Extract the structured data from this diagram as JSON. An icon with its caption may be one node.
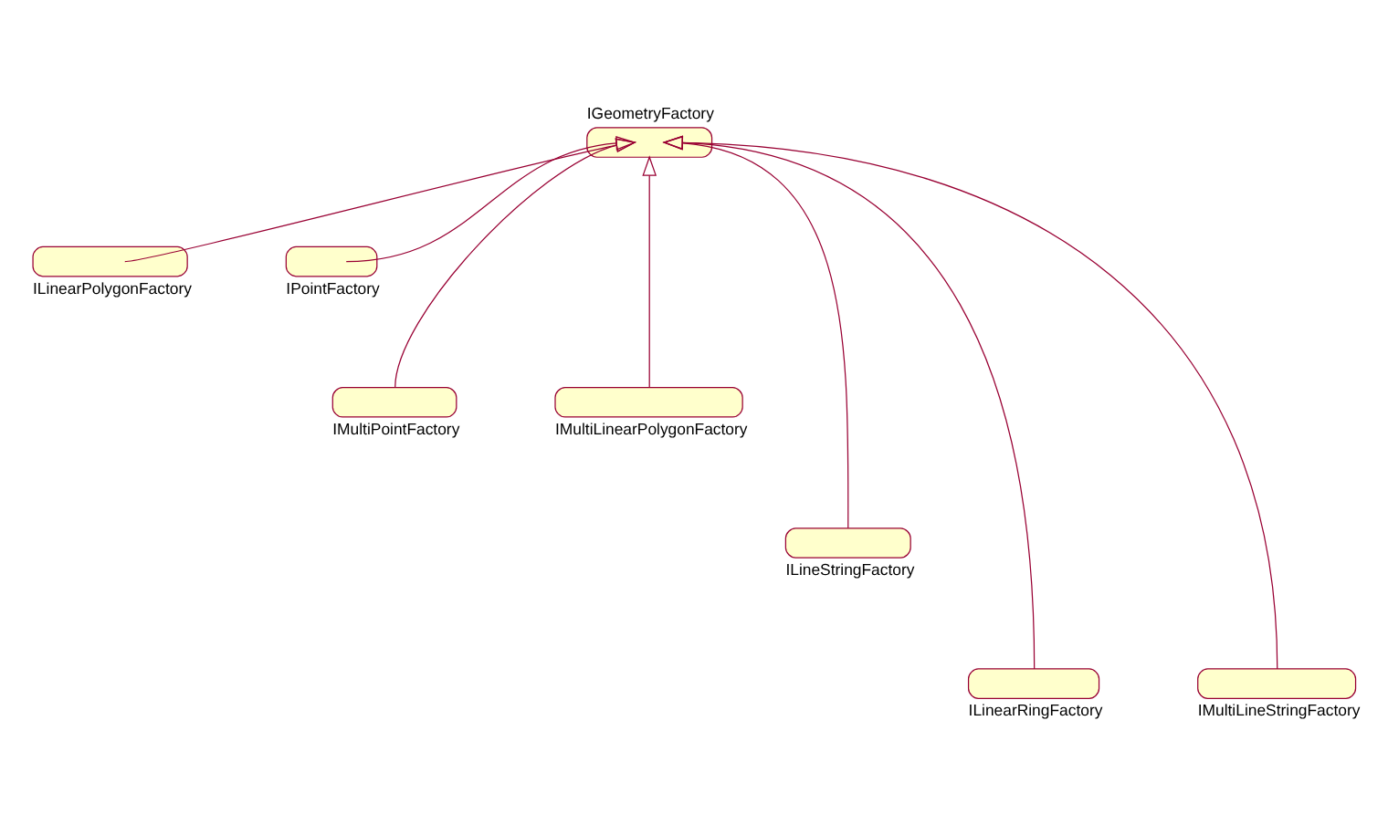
{
  "diagram": {
    "nodes": [
      {
        "text": [
          "IGeometryFactory"
        ]
      },
      {
        "text": [
          "ILinearPolygonFactory"
        ]
      },
      {
        "text": [
          "IPointFactory"
        ]
      },
      {
        "text": [
          "IMultiPointFactory"
        ]
      },
      {
        "text": [
          "IMultiLinearPolygonFactory"
        ]
      },
      {
        "text": [
          "ILineStringFactory"
        ]
      },
      {
        "text": [
          "ILinearRingFactory"
        ]
      },
      {
        "text": [
          "IMultiLineStringFactory"
        ]
      }
    ],
    "edges": [
      {
        "from": 1,
        "to": 0,
        "arrow": "to"
      },
      {
        "from": 2,
        "to": 0,
        "arrow": "to"
      },
      {
        "from": 3,
        "to": 0,
        "arrow": "to"
      },
      {
        "from": 4,
        "to": 0,
        "arrow": "to"
      },
      {
        "from": 5,
        "to": 0,
        "arrow": "to"
      },
      {
        "from": 6,
        "to": 0,
        "arrow": "to"
      },
      {
        "from": 7,
        "to": 0,
        "arrow": "to"
      }
    ]
  }
}
